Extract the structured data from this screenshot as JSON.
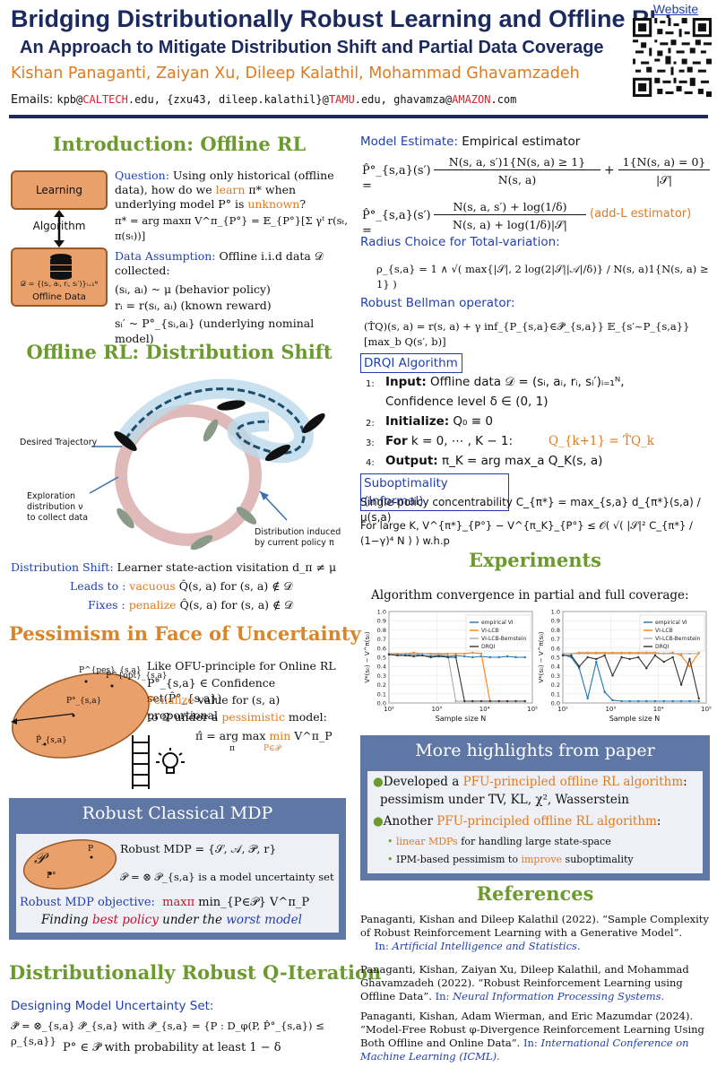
{
  "header": {
    "title_line1": "Bridging Distributionally Robust Learning and Offline RL:",
    "title_line2": "An Approach to Mitigate Distribution Shift and Partial Data Coverage",
    "authors": "Kishan Panaganti, Zaiyan Xu, Dileep Kalathil, Mohammad Ghavamzadeh",
    "emails_label": "Emails: ",
    "email1_user": "kpb@",
    "email1_domain": "CALTECH",
    "email1_tld": ".edu, ",
    "email2_user": "{zxu43, dileep.kalathil}@",
    "email2_domain": "TAMU",
    "email2_tld": ".edu, ",
    "email3_user": "ghavamza@",
    "email3_domain": "AMAZON",
    "email3_tld": ".com",
    "website_label": "Website"
  },
  "intro": {
    "title": "Introduction: Offline RL",
    "learning_algorithm": "Learning Algorithm",
    "offline_data": "Offline Data",
    "dataset_formula": "𝒟 = {(sᵢ, aᵢ, rᵢ, sᵢ′)}ᵢ₌₁ᴺ",
    "question_label": "Question:",
    "question_text_1": " Using only historical (offline data), how do we ",
    "question_learn": "learn",
    "question_text_2": " π* when underlying model P° is ",
    "question_unknown": "unknown",
    "question_text_3": "?",
    "pi_star": "π* = arg maxπ V^π_{P°} = 𝔼_{P°}[Σ γᵗ r(sₜ, π(sₜ))]",
    "data_assumption_label": "Data Assumption:",
    "data_assumption_text": " Offline i.i.d data 𝒟 collected:",
    "line_behavior": "(sᵢ, aᵢ) ~ μ   (behavior policy)",
    "line_reward": "rᵢ = r(sᵢ, aᵢ)   (known reward)",
    "line_model": "sᵢ′ ~ P°_{sᵢ,aᵢ}   (underlying nominal model)"
  },
  "shift": {
    "title": "Offline RL: Distribution Shift",
    "label_desired": "Desired Trajectory",
    "label_exploration_1": "Exploration",
    "label_exploration_2": "distribution ν",
    "label_exploration_3": "to collect data",
    "label_induced_1": "Distribution induced",
    "label_induced_2": "by current policy π",
    "shift_label": "Distribution Shift:",
    "shift_text": " Learner state-action visitation d_π ≠ μ",
    "leads_label": "Leads to :",
    "leads_word": "vacuous",
    "leads_text": " Q̂(s, a) for (s, a) ∉ 𝒟",
    "fixes_label": "Fixes :",
    "fixes_word": "penalize",
    "fixes_text": " Q̂(s, a) for (s, a) ∉ 𝒟"
  },
  "pessimism": {
    "title": "Pessimism in Face of Uncertainty",
    "p_pes": "P^{pes}_{s,a}",
    "p_opt": "P^{opt}_{s,a}",
    "p_o": "P°_{s,a}",
    "p_hat": "P̂_{s,a}",
    "line1": "Like OFU-principle for Online RL",
    "line2": "P°_{s,a} ∈ Confidence set(P̂°_{s,a})",
    "penalize_word": "Penalize",
    "line3": " value for (s, a) proportional",
    "line4": "to 𝒟 under a ",
    "pessimistic_word": "pessimistic",
    "line4b": " model:",
    "pi_hat": "π̂ = arg max",
    "pi_hat_sub": "π",
    "min_word": "min",
    "min_sub": "P∈𝒫",
    "v_term": "V^π_P"
  },
  "robust_mdp": {
    "title": "Robust Classical MDP",
    "def": "Robust MDP = {𝒮, 𝒜, 𝒫, r}",
    "set_line": "𝒫 = ⊗ 𝒫_{s,a} is a model uncertainty set",
    "p_big": "𝒫",
    "p_dot1": "P",
    "p_dot2": "P°",
    "objective_label": "Robust MDP objective:",
    "objective_max": "maxπ",
    "objective_rest": " min_{P∈𝒫} V^π_P",
    "finding_1": "Finding ",
    "finding_best": "best policy",
    "finding_2": " under the ",
    "finding_worst": "worst model"
  },
  "drqi": {
    "title": "Distributionally Robust Q-Iteration",
    "designing": "Designing Model Uncertainty Set:",
    "set_formula": "𝒫̂ = ⊗_{s,a} 𝒫̂_{s,a} with 𝒫̂_{s,a} = {P : D_φ(P, P̂°_{s,a}) ≤ ρ_{s,a}}",
    "prob_formula": "P° ∈ 𝒫̂ with probability at least 1 − δ"
  },
  "model": {
    "label": "Model Estimate:",
    "label_rest": " Empirical estimator",
    "eq1_lhs": "P̂°_{s,a}(s′) =",
    "eq1_num": "N(s, a, s′)1{N(s, a) ≥ 1}",
    "eq1_den": "N(s, a)",
    "eq1_plus": "+",
    "eq1_num2": "1{N(s, a) = 0}",
    "eq1_den2": "|𝒮|",
    "eq2_lhs": "P̂°_{s,a}(s′) =",
    "eq2_num": "N(s, a, s′) + log(1/δ)",
    "eq2_den": "N(s, a) + log(1/δ)|𝒮|",
    "eq2_note": "(add-L estimator)",
    "radius_label": "Radius Choice for Total-variation:",
    "radius_formula": "ρ_{s,a} = 1 ∧ √( max{|𝒮|, 2 log(2|𝒮||𝒜|/δ)} / N(s, a)1{N(s, a) ≥ 1} )",
    "bellman_label": "Robust Bellman operator:",
    "bellman_formula": "(T̂Q)(s, a) = r(s, a) + γ inf_{P_{s,a}∈𝒫̂_{s,a}} 𝔼_{s′~P_{s,a}}[max_b Q(s′, b)]"
  },
  "algorithm": {
    "title": "DRQI Algorithm",
    "l1_num": "1:",
    "l1_bold": "Input:",
    "l1_text": " Offline data 𝒟 = (sᵢ, aᵢ, rᵢ, sᵢ′)ᵢ₌₁ᴺ,",
    "l1b_text": "Confidence level δ ∈ (0, 1)",
    "l2_num": "2:",
    "l2_bold": "Initialize:",
    "l2_text": " Q₀ ≡ 0",
    "l3_num": "3:",
    "l3_bold": "For",
    "l3_text": " k = 0, ⋯ , K − 1:",
    "l3_update": "Q_{k+1} = T̂Q_k",
    "l4_num": "4:",
    "l4_bold": "Output:",
    "l4_text": " π_K = arg max_a Q_K(s, a)"
  },
  "subopt": {
    "title": "Suboptimality (Informal)",
    "line1": "Single-policy concentrability C_{π*} = max_{s,a} d_{π*}(s,a) / μ(s,a)",
    "line2": "For large K, V^{π*}_{P°} − V^{π_K}_{P°} ≤ 𝒪( √( |𝒮|² C_{π*} / (1−γ)⁴ N ) ) w.h.p"
  },
  "experiments": {
    "title": "Experiments",
    "caption": "Algorithm convergence in partial and full coverage:"
  },
  "chart_data": [
    {
      "type": "line",
      "title": "",
      "xlabel": "Sample size N",
      "ylabel": "V*(s₀) − V^π(s₀)",
      "xscale": "log",
      "xlim": [
        100,
        100000
      ],
      "ylim": [
        0,
        1.0
      ],
      "x_ticks": [
        "10²",
        "10³",
        "10⁴",
        "10⁵"
      ],
      "y_ticks": [
        "0.0",
        "0.1",
        "0.2",
        "0.3",
        "0.4",
        "0.5",
        "0.6",
        "0.7",
        "0.8",
        "0.9",
        "1.0"
      ],
      "legend_position": "top-right",
      "grid": true,
      "x": [
        100,
        150,
        220,
        330,
        500,
        750,
        1100,
        1700,
        2500,
        3800,
        5600,
        8500,
        13000,
        20000,
        30000,
        45000,
        70000
      ],
      "series": [
        {
          "name": "empirical VI",
          "color": "#1f77b4",
          "values": [
            0.54,
            0.53,
            0.52,
            0.53,
            0.52,
            0.51,
            0.52,
            0.51,
            0.52,
            0.51,
            0.5,
            0.51,
            0.5,
            0.5,
            0.51,
            0.5,
            0.5
          ]
        },
        {
          "name": "VI-LCB",
          "color": "#ff7f0e",
          "values": [
            0.54,
            0.54,
            0.54,
            0.55,
            0.54,
            0.54,
            0.54,
            0.54,
            0.54,
            0.54,
            0.55,
            0.54,
            0.02,
            0.02,
            0.02,
            0.02,
            0.02
          ]
        },
        {
          "name": "VI-LCB-Bernstein",
          "color": "#aaaaaa",
          "values": [
            0.54,
            0.53,
            0.54,
            0.53,
            0.54,
            0.53,
            0.53,
            0.53,
            0.02,
            0.02,
            0.02,
            0.02,
            0.02,
            0.02,
            0.02,
            0.02,
            0.02
          ]
        },
        {
          "name": "DRQI",
          "color": "#333333",
          "values": [
            0.53,
            0.52,
            0.52,
            0.51,
            0.52,
            0.5,
            0.51,
            0.5,
            0.5,
            0.02,
            0.02,
            0.02,
            0.02,
            0.02,
            0.02,
            0.02,
            0.02
          ]
        }
      ]
    },
    {
      "type": "line",
      "title": "",
      "xlabel": "Sample size N",
      "ylabel": "V*(s₀) − V^π(s₀)",
      "xscale": "log",
      "xlim": [
        100,
        100000
      ],
      "ylim": [
        0,
        1.0
      ],
      "x_ticks": [
        "10²",
        "10³",
        "10⁴",
        "10⁵"
      ],
      "y_ticks": [
        "0.0",
        "0.1",
        "0.2",
        "0.3",
        "0.4",
        "0.5",
        "0.6",
        "0.7",
        "0.8",
        "0.9",
        "1.0"
      ],
      "legend_position": "top-right",
      "grid": true,
      "x": [
        100,
        150,
        220,
        330,
        500,
        750,
        1100,
        1700,
        2500,
        3800,
        5600,
        8500,
        13000,
        20000,
        30000,
        45000,
        70000
      ],
      "series": [
        {
          "name": "empirical VI",
          "color": "#1f77b4",
          "values": [
            0.53,
            0.5,
            0.38,
            0.05,
            0.45,
            0.12,
            0.03,
            0.02,
            0.02,
            0.02,
            0.02,
            0.02,
            0.02,
            0.02,
            0.02,
            0.02,
            0.02
          ]
        },
        {
          "name": "VI-LCB",
          "color": "#ff7f0e",
          "values": [
            0.54,
            0.54,
            0.55,
            0.55,
            0.55,
            0.55,
            0.55,
            0.55,
            0.55,
            0.55,
            0.55,
            0.55,
            0.54,
            0.55,
            0.52,
            0.4,
            0.55
          ]
        },
        {
          "name": "VI-LCB-Bernstein",
          "color": "#aaaaaa",
          "values": [
            0.54,
            0.54,
            0.54,
            0.54,
            0.54,
            0.54,
            0.54,
            0.54,
            0.54,
            0.54,
            0.54,
            0.54,
            0.54,
            0.54,
            0.54,
            0.54,
            0.54
          ]
        },
        {
          "name": "DRQI",
          "color": "#333333",
          "values": [
            0.52,
            0.52,
            0.4,
            0.5,
            0.48,
            0.52,
            0.3,
            0.5,
            0.48,
            0.5,
            0.38,
            0.52,
            0.45,
            0.5,
            0.2,
            0.48,
            0.05
          ]
        }
      ]
    }
  ],
  "highlights": {
    "title": "More highlights from paper",
    "b1_pre": "Developed a ",
    "b1_orange": "PFU-principled offline RL algorithm",
    "b1_post": ":",
    "b1_line2": "pessimism under TV, KL, χ², Wasserstein",
    "b2_pre": "Another ",
    "b2_orange": "PFU-principled offline RL algorithm",
    "b2_post": ":",
    "s1_orange": "linear MDPs",
    "s1_text": " for handling large state-space",
    "s2_pre": "IPM-based pessimism to ",
    "s2_orange": "improve",
    "s2_post": " suboptimality"
  },
  "references": {
    "title": "References",
    "r1_text": "Panaganti, Kishan and Dileep Kalathil (2022). “Sample Complexity of Robust Reinforcement Learning with a Generative Model”.",
    "r1_in": "In: ",
    "r1_venue": "Artificial Intelligence and Statistics.",
    "r2_text": "Panaganti, Kishan, Zaiyan Xu, Dileep Kalathil, and Mohammad Ghavamzadeh (2022). “Robust Reinforcement Learning using Offline Data”.",
    "r2_in": " In: ",
    "r2_venue": "Neural Information Processing Systems.",
    "r3_text": "Panaganti, Kishan, Adam Wierman, and Eric Mazumdar (2024). “Model-Free Robust φ-Divergence Reinforcement Learning Using Both Offline and Online Data”.",
    "r3_in": " In: ",
    "r3_venue": "International Conference on Machine Learning (ICML)."
  },
  "colors": {
    "navy": "#1b2a5e",
    "green_heading": "#6c9a2e",
    "orange_accent": "#e07a1f",
    "blue_accent": "#1f3fb0",
    "panel_blue": "#5f77a5"
  }
}
